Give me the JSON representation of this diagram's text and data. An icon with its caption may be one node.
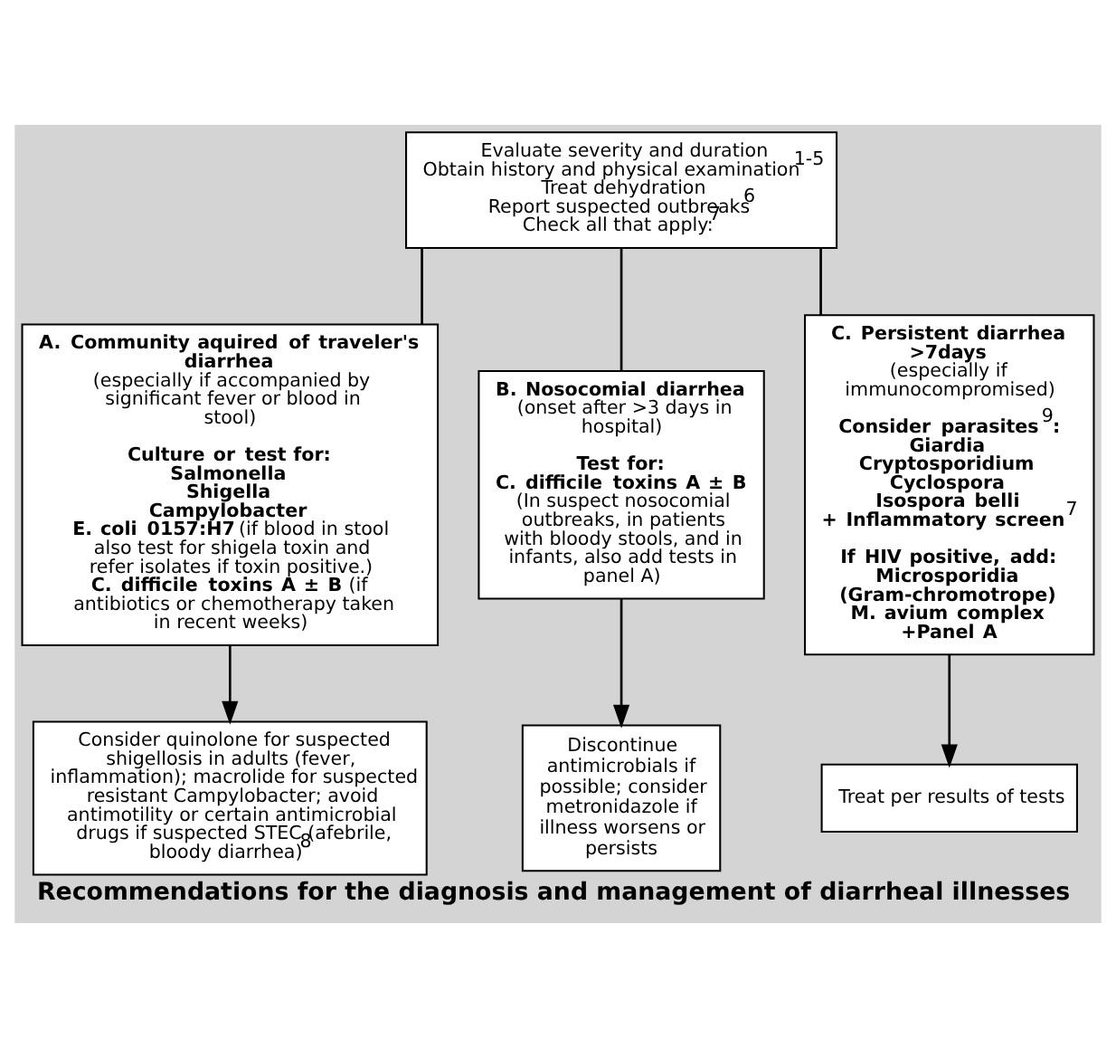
{
  "diagram": {
    "caption": "Recommendations for the diagnosis and management of diarrheal illnesses",
    "nodes": [
      {
        "text": [
          "Evaluate severity and duration",
          "Obtain history and physical examination$^{1-5}$",
          "Treat dehydration",
          "Report suspected outbreaks$^{6}$",
          "Check all that apply:$^{7}$"
        ]
      },
      {
        "text": [
          "A. Community aquired of traveler's diarrhea",
          "(especially if accompanied by significant fever or blood in stool)",
          "Culture or test for:",
          "Salmonella",
          "Shigella",
          "Campylobacter",
          "**E. coli 0157:H7** (if blood in stool also test for shigela toxin and refer isolates if toxin positive.)",
          "**C. difficile toxins A ± B** (if antibiotics or chemotherapy taken in recent weeks)"
        ]
      },
      {
        "text": [
          "B. Nosocomial diarrhea",
          "(onset after >3 days in hospital)",
          "Test for:",
          "C. difficile toxins A ± B",
          "(In suspect nosocomial outbreaks, in patients with bloody stools, and in infants, also add tests in panel A)"
        ]
      },
      {
        "text": [
          "C. Persistent diarrhea >7days",
          "(especially if immunocompromised)",
          "Consider parasites$^{9}$:",
          "Giardia",
          "Cryptosporidium",
          "Cyclospora",
          "Isospora belli",
          "+ Inflammatory screen$^{7}$",
          "If HIV positive, add:",
          "Microsporidia",
          "(Gram-chromotrope)",
          "M. avium complex",
          "+Panel A"
        ]
      },
      {
        "text": [
          "Consider quinolone for suspected shigellosis in adults (fever, inflammation); macrolide for suspected resistant Campylobacter; avoid antimotility or certain antimicrobial drugs if suspected STEC (afebrile, bloody diarrhea)$^{8}$"
        ]
      },
      {
        "text": [
          "Discontinue antimicrobials if possible; consider metronidazole if illness worsens or persists"
        ]
      },
      {
        "text": [
          "Treat per results of tests"
        ]
      }
    ],
    "edges": [
      {
        "from": 0,
        "to": 1,
        "arrow": "none"
      },
      {
        "from": 0,
        "to": 2,
        "arrow": "none"
      },
      {
        "from": 0,
        "to": 3,
        "arrow": "none"
      },
      {
        "from": 1,
        "to": 4,
        "arrow": "to"
      },
      {
        "from": 2,
        "to": 5,
        "arrow": "to"
      },
      {
        "from": 3,
        "to": 6,
        "arrow": "to"
      }
    ]
  }
}
